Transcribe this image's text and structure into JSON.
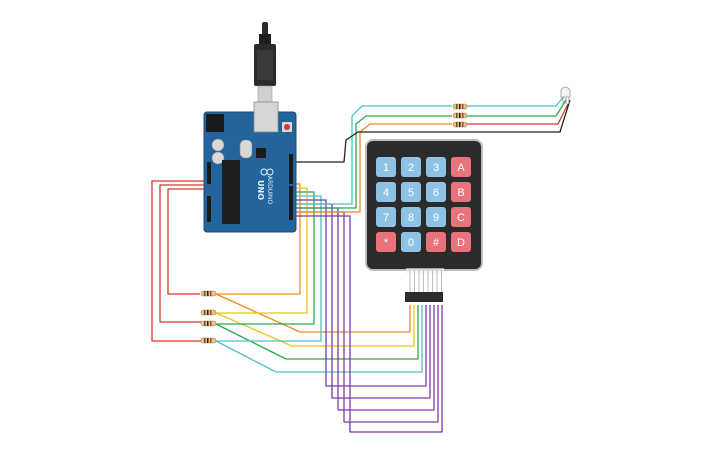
{
  "colors": {
    "red": "#d9362b",
    "orange": "#f08a1d",
    "yellow": "#e6c51d",
    "green": "#2fa84f",
    "teal": "#4fc1c6",
    "purple": "#7b3aa6",
    "black": "#222222",
    "board": "#23649c",
    "keypad_body": "#2b2b2b",
    "key_digit": "#8fc3e6",
    "key_letter": "#e8737a"
  },
  "arduino": {
    "model_text": "UNO",
    "brand_text": "ARDUINO",
    "power_icon": "usb-cable-icon"
  },
  "keypad": {
    "rows": [
      [
        "1",
        "2",
        "3",
        "A"
      ],
      [
        "4",
        "5",
        "6",
        "B"
      ],
      [
        "7",
        "8",
        "9",
        "C"
      ],
      [
        "*",
        "0",
        "#",
        "D"
      ]
    ],
    "letter_keys": [
      "A",
      "B",
      "C",
      "D",
      "*",
      "#"
    ]
  },
  "rgb_led": {
    "icon": "rgb-led-icon"
  }
}
